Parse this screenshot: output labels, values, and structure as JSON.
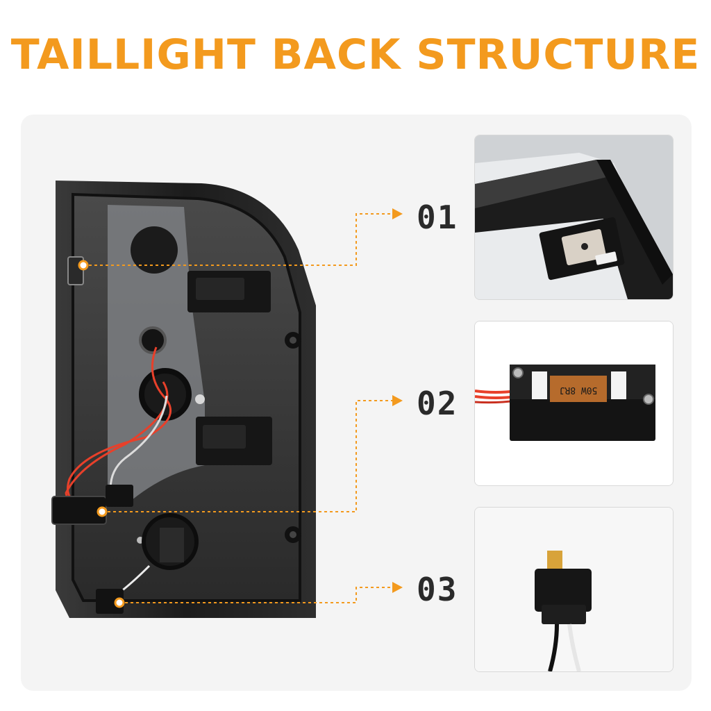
{
  "heading": {
    "title": "TAILLIGHT BACK STRUCTURE"
  },
  "callouts": [
    {
      "number": "01",
      "part": "mounting-clip"
    },
    {
      "number": "02",
      "part": "load-resistor"
    },
    {
      "number": "03",
      "part": "wire-connector"
    }
  ],
  "resistor": {
    "label": "50W 8RJ"
  },
  "colors": {
    "accent": "#f39a1e",
    "housing": "#1e1e1e",
    "panel": "#f4f4f4",
    "wire_red": "#e8402a"
  }
}
